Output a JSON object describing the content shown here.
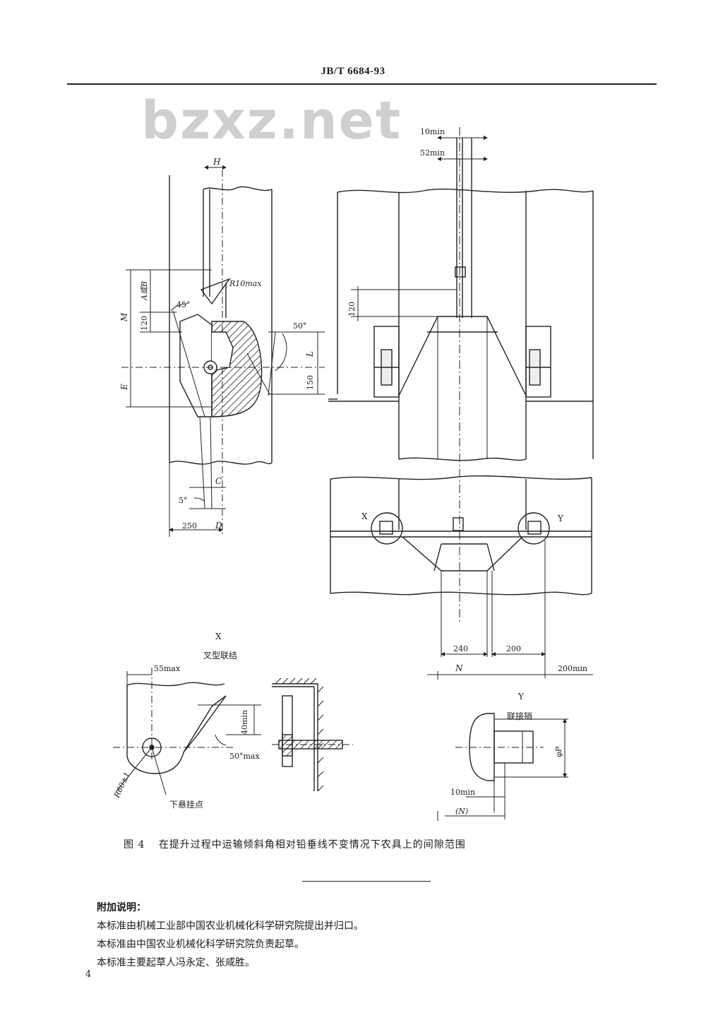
{
  "header": {
    "standard_code": "JB/T 6684-93"
  },
  "watermark": {
    "text": "bzxz.net"
  },
  "figure": {
    "dims": {
      "h": "H",
      "r10": "R10max",
      "a_or_b": "A或B",
      "m": "M",
      "d120_left": "120",
      "deg45": "45°",
      "deg50_top": "50°",
      "l": "L",
      "d150": "150",
      "e": "E",
      "c": "C",
      "deg5": "5°",
      "d250": "250",
      "d": "D",
      "d10min": "10min",
      "d52min": "52min",
      "d120_right": "120",
      "x_mark": "X",
      "y_mark": "Y",
      "d240": "240",
      "d200": "200",
      "n": "N",
      "d200min": "200min"
    },
    "detail_x": {
      "title": "X",
      "subtitle": "叉型联结",
      "d55max": "55max",
      "d40min": "40min",
      "deg50max": "50°max",
      "r60": "R60±1",
      "point_label": "下悬挂点"
    },
    "detail_y": {
      "title": "Y",
      "subtitle": "联接销",
      "phi_p": "φP",
      "d10min": "10min",
      "n_paren": "(N)"
    },
    "caption": {
      "number": "图 4",
      "text": "在提升过程中运输倾斜角相对铅垂线不变情况下农具上的间隙范围"
    }
  },
  "notes": {
    "title": "附加说明：",
    "lines": [
      "本标准由机械工业部中国农业机械化科学研究院提出并归口。",
      "本标准由中国农业机械化科学研究院负责起草。",
      "本标准主要起草人冯永定、张咸胜。"
    ]
  },
  "page_number": "4"
}
